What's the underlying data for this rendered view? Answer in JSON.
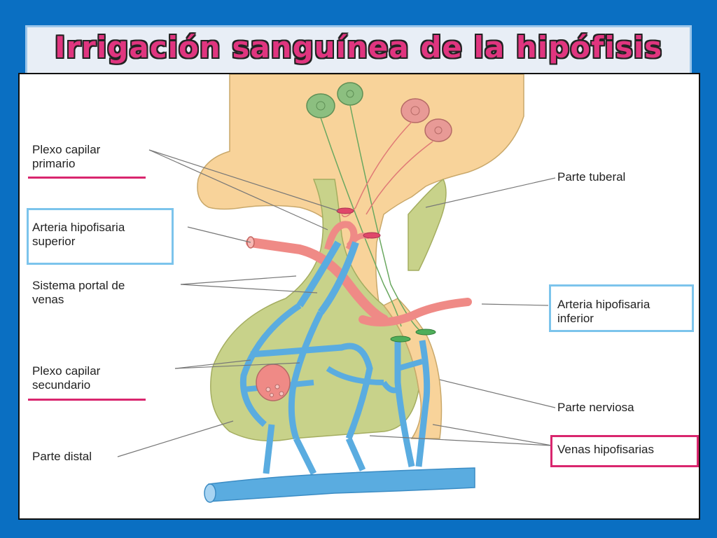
{
  "title": "Irrigación sanguínea de la hipófisis",
  "labels": {
    "plexo_primario_l1": "Plexo capilar",
    "plexo_primario_l2": "primario",
    "arteria_superior_l1": "Arteria hipofisaria",
    "arteria_superior_l2": "superior",
    "sistema_portal_l1": "Sistema portal de",
    "sistema_portal_l2": "venas",
    "plexo_secundario_l1": "Plexo capilar",
    "plexo_secundario_l2": "secundario",
    "parte_distal": "Parte distal",
    "parte_tuberal": "Parte tuberal",
    "arteria_inferior_l1": "Arteria hipofisaria",
    "arteria_inferior_l2": "inferior",
    "parte_nerviosa": "Parte nerviosa",
    "venas_hipofisarias": "Venas hipofisarias"
  },
  "colors": {
    "background": "#0a6fc2",
    "title": "#e0357f",
    "hypothalamus": "#f8d39a",
    "adenohypophysis": "#c8d28a",
    "artery": "#ef8a86",
    "vein": "#5aace0",
    "nerve_cell_green": "#8cbf80",
    "nerve_cell_pink": "#e89a96",
    "highlight_blue": "#7cc4ec",
    "highlight_pink": "#d9266e"
  }
}
